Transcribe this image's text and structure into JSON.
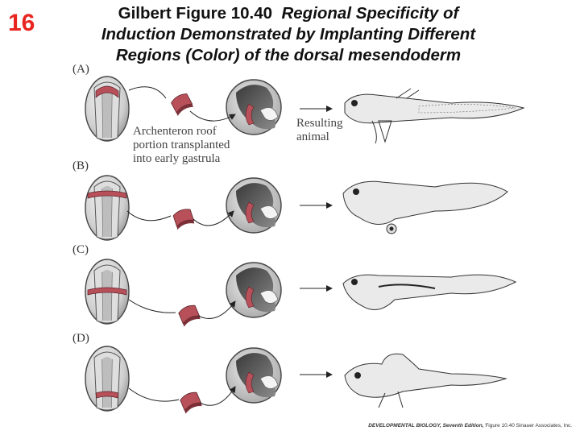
{
  "slide_number": "16",
  "title": {
    "line1_plain": "Gilbert Figure 10.40",
    "line1_italic": "Regional Specificity of",
    "line2": "Induction Demonstrated by Implanting Different",
    "line3": "Regions (Color) of the dorsal mesendoderm"
  },
  "panels": [
    {
      "label": "(A)"
    },
    {
      "label": "(B)"
    },
    {
      "label": "(C)"
    },
    {
      "label": "(D)"
    }
  ],
  "annotations": {
    "transplant_line1": "Archenteron roof",
    "transplant_line2": "portion transplanted",
    "transplant_line3": "into early gastrula",
    "result_line1": "Resulting",
    "result_line2": "animal"
  },
  "credit": {
    "book": "DEVELOPMENTAL BIOLOGY, Seventh Edition,",
    "figure": "Figure 10.40",
    "publisher": "Sinauer Associates, Inc."
  },
  "colors": {
    "number_red": "#e8261f",
    "tissue_red": "#b8505a",
    "gray_light": "#e2e2e2",
    "gray_dark": "#555555"
  }
}
